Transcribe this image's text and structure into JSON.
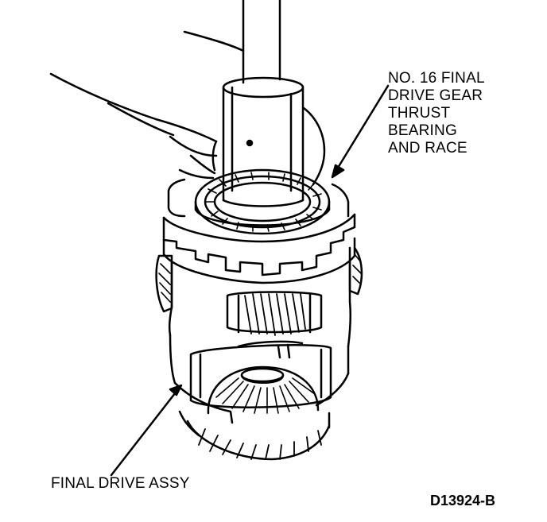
{
  "callouts": {
    "thrust_bearing": {
      "lines": [
        "NO. 16 FINAL",
        "DRIVE GEAR",
        "THRUST",
        "BEARING",
        "AND RACE"
      ]
    },
    "final_drive": "FINAL DRIVE ASSY"
  },
  "figure_id": "D13924-B",
  "colors": {
    "ink": "#000000",
    "paper": "#ffffff"
  }
}
